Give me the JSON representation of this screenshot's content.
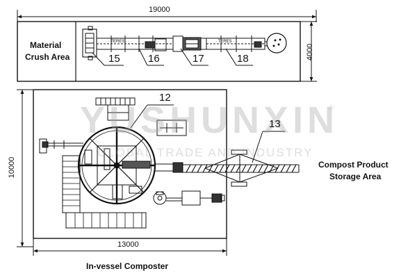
{
  "dimensions": {
    "top_width": "19000",
    "top_height": "4000",
    "bottom_width": "13000",
    "bottom_height": "10000"
  },
  "areas": {
    "material_crush_line1": "Material",
    "material_crush_line2": "Crush Area",
    "compost_storage_line1": "Compost Product",
    "compost_storage_line2": "Storage Area",
    "composter": "In-vessel Composter"
  },
  "callouts": [
    "15",
    "16",
    "17",
    "18",
    "12",
    "13"
  ],
  "watermark": {
    "main": "YUSHUNXIN",
    "sub": "GLOBAL TRADE AND INDUSTRY",
    "mark": "®"
  }
}
